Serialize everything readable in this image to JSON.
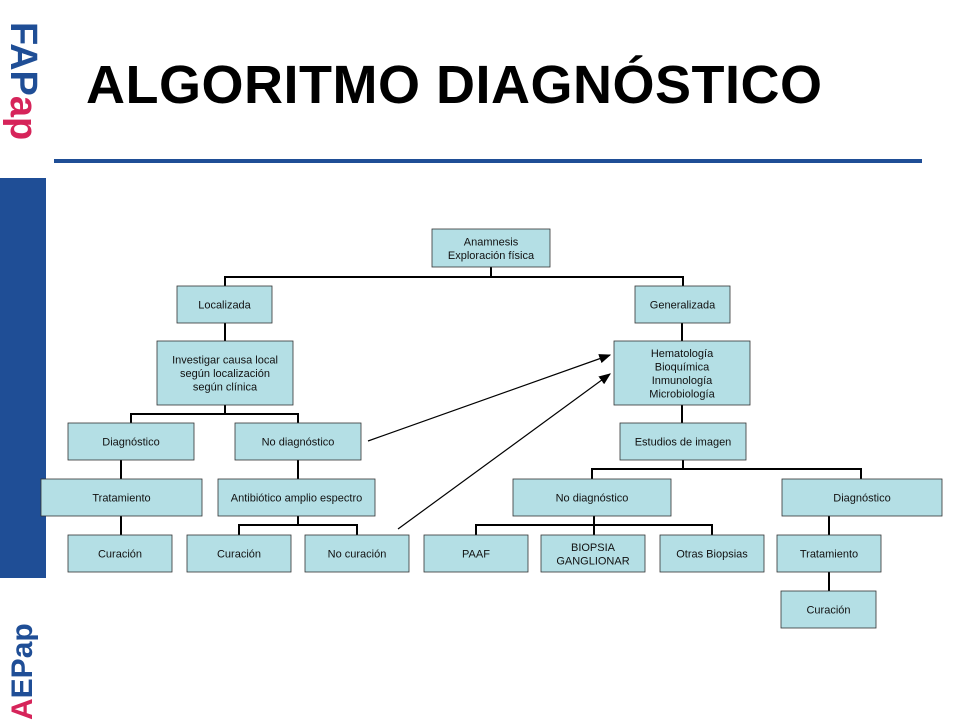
{
  "title": "ALGORITMO DIAGNÓSTICO",
  "logos": {
    "top": "FAPap",
    "bottom": "AEPap"
  },
  "nodes": {
    "anamnesis": [
      "Anamnesis",
      "Exploración física"
    ],
    "localizada": [
      "Localizada"
    ],
    "generalizada": [
      "Generalizada"
    ],
    "investigar": [
      "Investigar causa local",
      "según localización",
      "según clínica"
    ],
    "hemato": [
      "Hematología",
      "Bioquímica",
      "Inmunología",
      "Microbiología"
    ],
    "diag_left": [
      "Diagnóstico"
    ],
    "nodiag_left": [
      "No diagnóstico"
    ],
    "estudios": [
      "Estudios de imagen"
    ],
    "tratamiento_left": [
      "Tratamiento"
    ],
    "antibiotico": [
      "Antibiótico amplio espectro"
    ],
    "nodiag_right": [
      "No diagnóstico"
    ],
    "diag_right": [
      "Diagnóstico"
    ],
    "curacion_1": [
      "Curación"
    ],
    "curacion_2": [
      "Curación"
    ],
    "no_curacion": [
      "No curación"
    ],
    "paaf": [
      "PAAF"
    ],
    "biopsia": [
      "BIOPSIA",
      "GANGLIONAR"
    ],
    "otras": [
      "Otras Biopsias"
    ],
    "tratamiento_right": [
      "Tratamiento"
    ],
    "curacion_3": [
      "Curación"
    ]
  },
  "colors": {
    "node_fill": "#b4dfe5",
    "brand_blue": "#1f4e96",
    "brand_pink": "#d6245a"
  }
}
